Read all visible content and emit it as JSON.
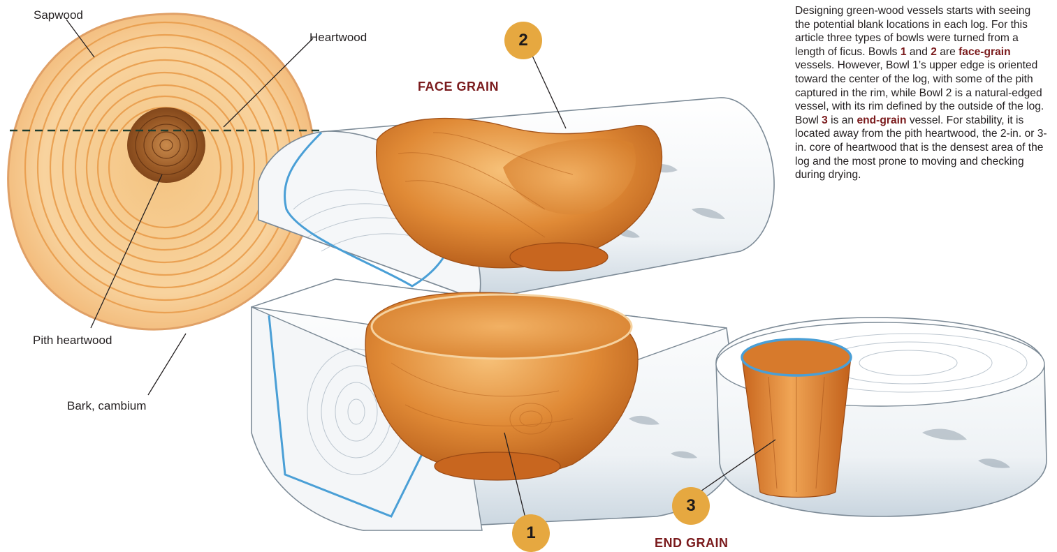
{
  "labels": {
    "sapwood": "Sapwood",
    "heartwood": "Heartwood",
    "pith_heartwood": "Pith heartwood",
    "bark_cambium": "Bark, cambium"
  },
  "headings": {
    "face_grain": "FACE GRAIN",
    "end_grain": "END GRAIN"
  },
  "badges": {
    "bowl_1": "1",
    "bowl_2": "2",
    "bowl_3": "3"
  },
  "caption": {
    "part1": "Designing green-wood vessels starts with seeing the potential blank locations in each log. For this article three types of bowls were turned from a length of ficus. Bowls ",
    "num1": "1",
    "part2": " and ",
    "num2": "2",
    "part3": " are ",
    "face_grain": "face-grain",
    "part4": " vessels. However, Bowl 1’s upper edge is oriented toward the center of the log, with some of the pith captured in the rim, while Bowl 2 is a natural-edged vessel, with its rim defined by the outside of the log. Bowl ",
    "num3": "3",
    "part5": " is an ",
    "end_grain": "end-grain",
    "part6": " vessel. For stability, it is located away from the pith heartwood, the 2-in. or 3-in. core of heartwood that is the densest area of the log and the most prone to moving and checking during drying."
  },
  "colors": {
    "accent": "#7a1a1c",
    "badge": "#e6a840",
    "wood_light": "#f6c98a",
    "wood_ring": "#e89a48",
    "heart": "#8a4c1c",
    "bowl": "#d97a2a",
    "rim_blue": "#4a9fd6"
  }
}
